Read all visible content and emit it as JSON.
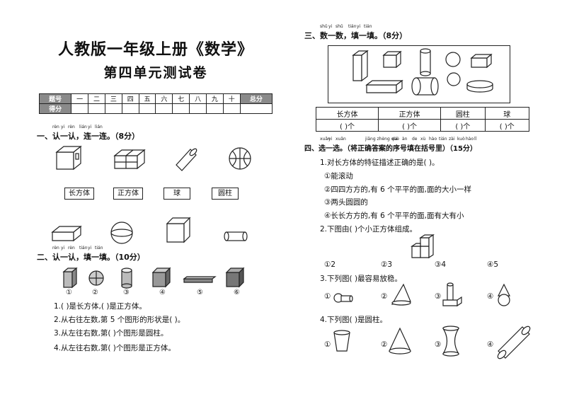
{
  "header": {
    "title": "人教版一年级上册《数学》",
    "subtitle": "第四单元测试卷"
  },
  "score_table": {
    "row1": [
      "题号",
      "一",
      "二",
      "三",
      "四",
      "五",
      "六",
      "七",
      "八",
      "九",
      "十",
      "总分"
    ],
    "row2_label": "得分"
  },
  "section1": {
    "pinyin": [
      "rèn",
      "yi",
      "rèn",
      "lián",
      "yi",
      "lián"
    ],
    "title": "一、认一认，连一连。（8分）",
    "labels": [
      "长方体",
      "正方体",
      "球",
      "圆柱"
    ]
  },
  "section2": {
    "pinyin": [
      "rèn",
      "yi",
      "rèn",
      "tián",
      "yi",
      "tián"
    ],
    "title": "二、认一认，填一填。（10分）",
    "circled": [
      "①",
      "②",
      "③",
      "④",
      "⑤",
      "⑥"
    ],
    "questions": [
      "1.(            )是长方体,(            )是正方体。",
      "2.从右往左数,第 5 个图形的形状是(        )。",
      "3.从左往右数,第(      )个图形是圆柱。",
      "4.从左往右数,第(      )个图形是正方体。"
    ]
  },
  "section3": {
    "pinyin": [
      "shǔ",
      "yi",
      "shǔ",
      "tián",
      "yi",
      "tián"
    ],
    "title": "三、数一数，填一填。（8分）",
    "headers": [
      "长方体",
      "正方体",
      "圆柱",
      "球"
    ],
    "cells": [
      "(      )个",
      "(      )个",
      "(      )个",
      "(      )个"
    ]
  },
  "section4": {
    "pinyin": [
      "xuǎn",
      "yi",
      "xuǎn",
      "jiāng zhèng què",
      "dá",
      "àn",
      "de",
      "xù",
      "hào",
      "tián",
      "zài",
      "kuò",
      "hào",
      "lǐ"
    ],
    "title": "四、选一选。（将正确答案的序号填在括号里）（15分）",
    "q1": "1.对长方体的特征描述正确的是(      )。",
    "q1_options": [
      "①能滚动",
      "②四四方方的,有 6 个平平的面,面的大小一样",
      "③两头圆圆的",
      "④长长方方的,有 6 个平平的面,面有大有小"
    ],
    "q2": "2.下图由(      )个小正方体组成。",
    "q2_options": [
      "①2",
      "②3",
      "③4",
      "④5"
    ],
    "q3": "3.下列图(      )最容易放稳。",
    "q3_marks": [
      "①",
      "②",
      "③",
      "④"
    ],
    "q4": "4.下列图(      )是圆柱。",
    "q4_marks": [
      "①",
      "②",
      "③",
      "④"
    ]
  }
}
